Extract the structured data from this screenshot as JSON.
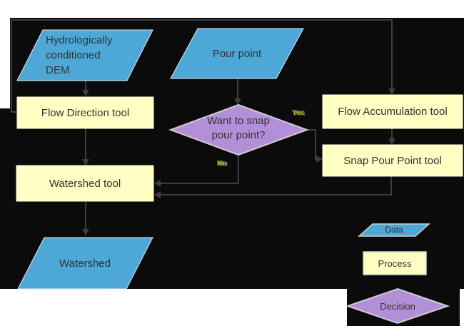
{
  "diagram": {
    "nodes": {
      "dem": "Hydrologically\nconditioned\nDEM",
      "pour_point": "Pour point",
      "flow_direction": "Flow Direction tool",
      "flow_accumulation": "Flow Accumulation tool",
      "snap_pour_point": "Snap Pour Point tool",
      "decision": "Want to snap\npour point?",
      "watershed_tool": "Watershed tool",
      "watershed": "Watershed"
    },
    "edge_labels": {
      "yes": "Yes",
      "no": "No"
    },
    "legend": {
      "data": "Data",
      "process": "Process",
      "decision": "Decision"
    },
    "colors": {
      "background": "#0b0b0b",
      "data_fill": "#4da7d7",
      "process_fill": "#ffffc3",
      "decision_fill": "#b48fd9",
      "connector": "#3e3e3e",
      "text": "#333333"
    }
  }
}
